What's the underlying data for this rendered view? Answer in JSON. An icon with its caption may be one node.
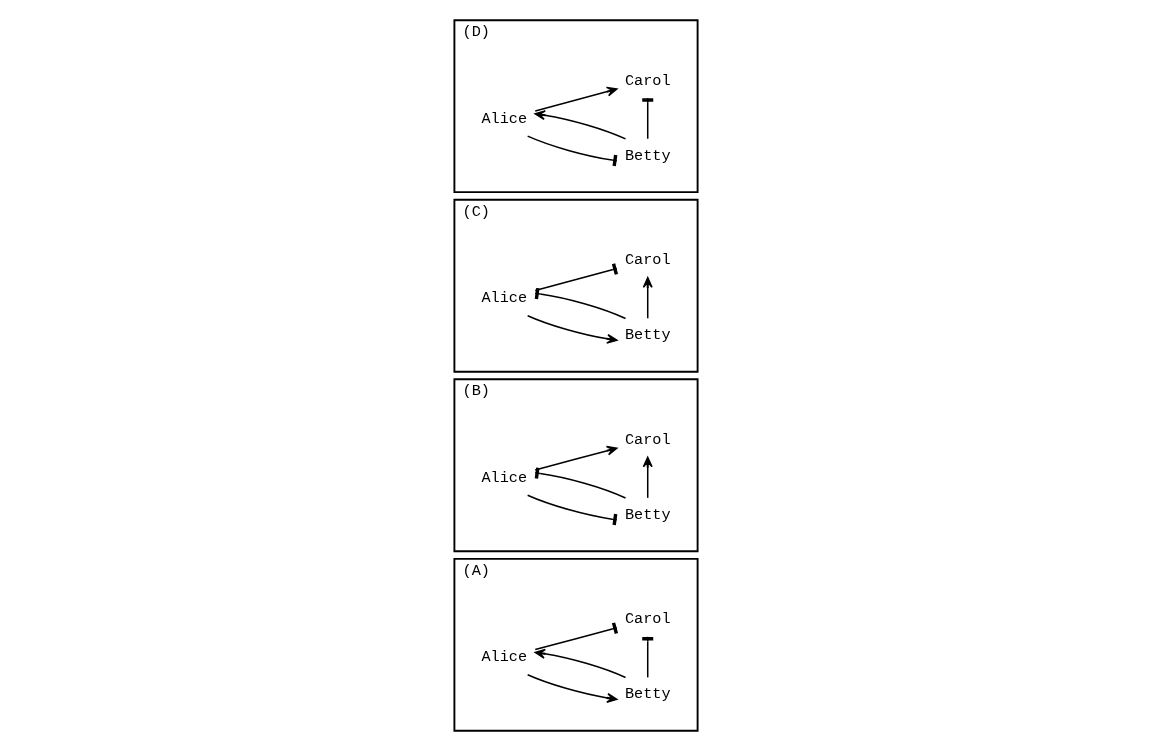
{
  "diagram": {
    "nodes": [
      {
        "text": [
          "(A)"
        ]
      },
      {
        "text": [
          "Alice"
        ],
        "in": 0
      },
      {
        "text": [
          "Betty"
        ],
        "in": 0
      },
      {
        "text": [
          "Carol"
        ],
        "in": 0
      },
      {
        "text": [
          "(B)"
        ]
      },
      {
        "text": [
          "Alice"
        ],
        "in": 4
      },
      {
        "text": [
          "Betty"
        ],
        "in": 4
      },
      {
        "text": [
          "Carol"
        ],
        "in": 4
      },
      {
        "text": [
          "(C)"
        ]
      },
      {
        "text": [
          "Alice"
        ],
        "in": 8
      },
      {
        "text": [
          "Betty"
        ],
        "in": 8
      },
      {
        "text": [
          "Carol"
        ],
        "in": 8
      },
      {
        "text": [
          "(D)"
        ]
      },
      {
        "text": [
          "Alice"
        ],
        "in": 12
      },
      {
        "text": [
          "Betty"
        ],
        "in": 12
      },
      {
        "text": [
          "Carol"
        ],
        "in": 12
      }
    ],
    "edges": [
      {
        "from": 1,
        "to": 2,
        "arrow": "to"
      },
      {
        "from": 2,
        "to": 1,
        "arrow": "to"
      },
      {
        "from": 2,
        "to": 3,
        "arrow": "other"
      },
      {
        "from": 1,
        "to": 3,
        "arrow": "other"
      },
      {
        "from": 5,
        "to": 6,
        "arrow": "other"
      },
      {
        "from": 6,
        "to": 5,
        "arrow": "other"
      },
      {
        "from": 6,
        "to": 7,
        "arrow": "to"
      },
      {
        "from": 5,
        "to": 7,
        "arrow": "to"
      },
      {
        "from": 9,
        "to": 10,
        "arrow": "to"
      },
      {
        "from": 10,
        "to": 9,
        "arrow": "other"
      },
      {
        "from": 10,
        "to": 11,
        "arrow": "to"
      },
      {
        "from": 9,
        "to": 11,
        "arrow": "other"
      },
      {
        "from": 13,
        "to": 14,
        "arrow": "other"
      },
      {
        "from": 14,
        "to": 13,
        "arrow": "to"
      },
      {
        "from": 14,
        "to": 15,
        "arrow": "other"
      },
      {
        "from": 13,
        "to": 15,
        "arrow": "to"
      }
    ]
  }
}
